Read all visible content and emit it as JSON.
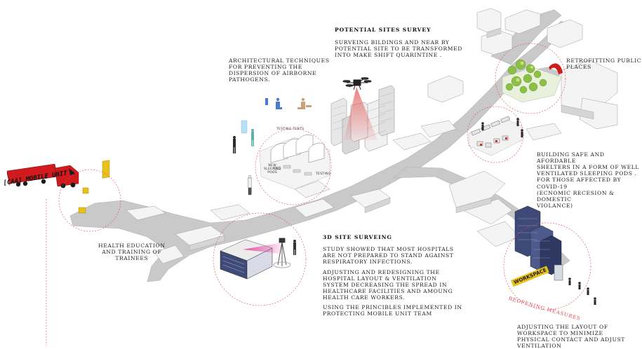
{
  "sections": {
    "potential_sites": {
      "title": "POTENTIAL SITES SURVEY",
      "body": "SURVEING BILDINGS AND NEAR BY\nPOTENTIAL SITE TO BE TRANSFORMED\nINTO MAKE SHIFT QUARINTINE ."
    },
    "architectural": {
      "body": "ARCHITECTURAL TECHNIQUES\nFOR PREVENTING THE\nDISPERSION OF AIRBORNE\nPATHOGENS."
    },
    "retrofitting": {
      "title": "RETROFITTING PUBLIC PLACES"
    },
    "shelters": {
      "body": "BUILDING SAFE AND AFORDABLE\nSHELTERS IN A FORM OF WELL\nVENTILATED SLEEPING PODS .\nFOR THOSE AFFECTED  BY COVID-19\n(ECNOMIC RECESION & DOMESTIC\nVIOLANCE)"
    },
    "health_education": {
      "body": "HEALTH EDUCATION\nAND TRAINING OF\nTRAINEES"
    },
    "site_surveying": {
      "title": "3D SITE SURVEING",
      "p1": "STUDY SHOWED THAT MOST HOSPITALS\nARE NOT PREPARED TO STAND AGAINST\nRESPIRATORY INFECTIONS.",
      "p2": "ADJUSTING AND REDESIGNING THE\nHOSPITAL LAYOUT & VENTILATION\nSYSTEM DECREASING THE SPREAD IN\nHEALTHCARE FACILITIES AND AMOUNG\nHEALTH CARE WORKERS.",
      "p3": "USING THE PRINCIBLES IMPLEMENTED IN\nPROTECTING MOBILE UNIT TEAM"
    },
    "workspace": {
      "body": "ADJUSTING THE LAYOUT OF\nWORKSPACE TO MINIMIZE\nPHYSICAL CONTACT AND ADJUST\nVENTILATION"
    }
  },
  "graphics": {
    "mobile_unit_label": "[CAA] MOBILE UNIT",
    "testing_tents_label": "TESTING TENTS",
    "sleeping_pods_label": "NEW\nSLEEPING\nPODS",
    "testing_label": "TESTING",
    "workspace_sign": "WORKSPACE",
    "reopening_label": "REOPENING MEASURES"
  },
  "colors": {
    "circle_red": "#e0484d",
    "truck_red": "#d01a1e",
    "street_grey": "#c9c9c9",
    "building_white": "#f4f4f4",
    "building_shade": "#d5d5d5",
    "tower_blue": "#3f4a78",
    "workspace_yellow": "#e8c21a",
    "magenta": "#e040a0",
    "tree_green": "#8cbf46"
  }
}
